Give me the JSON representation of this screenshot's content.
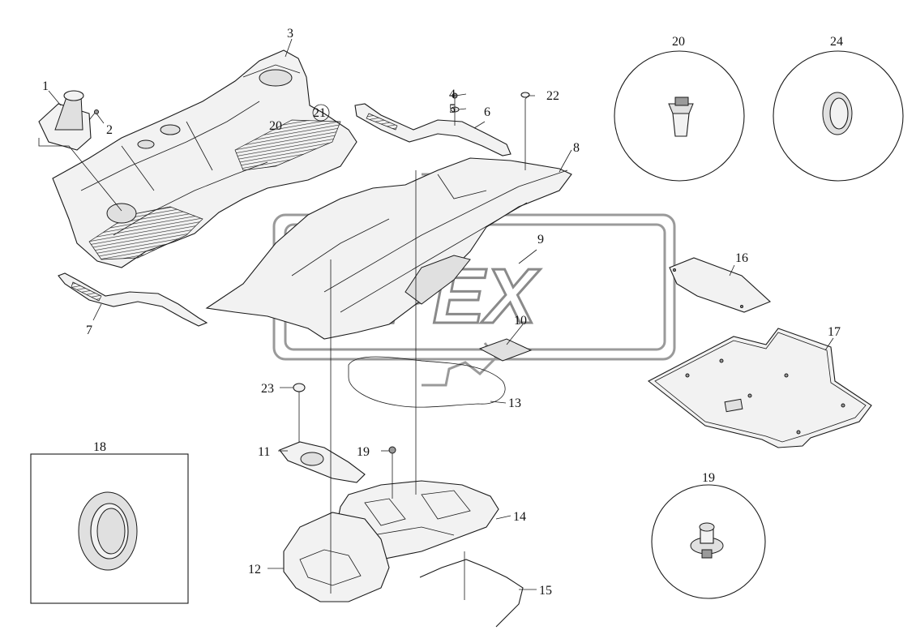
{
  "watermark": {
    "text": "OPEX"
  },
  "callouts": [
    {
      "id": "c1",
      "text": "1"
    },
    {
      "id": "c2",
      "text": "2"
    },
    {
      "id": "c3",
      "text": "3"
    },
    {
      "id": "c4",
      "text": "4"
    },
    {
      "id": "c5",
      "text": "5"
    },
    {
      "id": "c6",
      "text": "6"
    },
    {
      "id": "c7",
      "text": "7"
    },
    {
      "id": "c8",
      "text": "8"
    },
    {
      "id": "c9",
      "text": "9"
    },
    {
      "id": "c10",
      "text": "10"
    },
    {
      "id": "c11",
      "text": "11"
    },
    {
      "id": "c12",
      "text": "12"
    },
    {
      "id": "c13",
      "text": "13"
    },
    {
      "id": "c14",
      "text": "14"
    },
    {
      "id": "c15",
      "text": "15"
    },
    {
      "id": "c16",
      "text": "16"
    },
    {
      "id": "c17",
      "text": "17"
    },
    {
      "id": "c18",
      "text": "18"
    },
    {
      "id": "c19a",
      "text": "19"
    },
    {
      "id": "c19b",
      "text": "19"
    },
    {
      "id": "c20a",
      "text": "20"
    },
    {
      "id": "c20b",
      "text": "20"
    },
    {
      "id": "c21",
      "text": "21"
    },
    {
      "id": "c22",
      "text": "22"
    },
    {
      "id": "c23",
      "text": "23"
    },
    {
      "id": "c24",
      "text": "24"
    }
  ]
}
